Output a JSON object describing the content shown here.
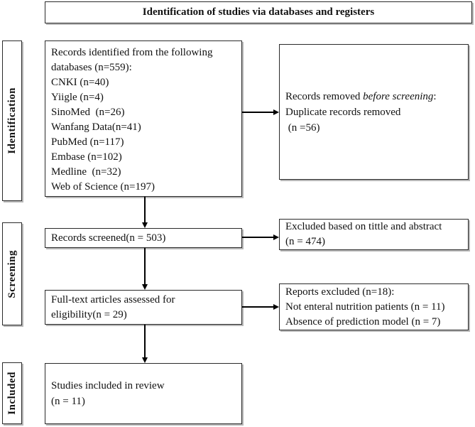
{
  "header": {
    "title": "Identification of studies via databases and registers"
  },
  "sidebar": {
    "stages": [
      {
        "label": "Identification"
      },
      {
        "label": "Screening"
      },
      {
        "label": "Included"
      }
    ]
  },
  "boxes": {
    "identified": {
      "lines": [
        "Records identified from the following",
        "databases (n=559):",
        "CNKI (n=40)",
        "Yiigle (n=4)",
        "SinoMed  (n=26)",
        "Wanfang Data(n=41)",
        "PubMed (n=117)",
        "Embase (n=102)",
        "Medline  (n=32)",
        "Web of Science (n=197)"
      ]
    },
    "removed": {
      "prefix": "Records removed ",
      "italic": "before screening",
      "suffix": ":",
      "line2": "Duplicate records removed",
      "line3": " (n =56)"
    },
    "screened": {
      "text": "Records screened(n = 503)"
    },
    "excluded_title_abstract": {
      "lines": [
        "Excluded based on tittle and abstract",
        "(n = 474)"
      ]
    },
    "fulltext": {
      "lines": [
        "Full-text articles assessed for",
        "eligibility(n = 29)"
      ]
    },
    "reports_excluded": {
      "lines": [
        "Reports excluded (n=18):",
        "Not enteral nutrition patients (n = 11)",
        "Absence of prediction model (n = 7)"
      ]
    },
    "included_studies": {
      "lines": [
        "Studies included in review",
        "(n = 11)"
      ]
    }
  },
  "colors": {
    "border": "#000000",
    "text": "#000000",
    "background": "#ffffff",
    "shadow": "#888888"
  }
}
